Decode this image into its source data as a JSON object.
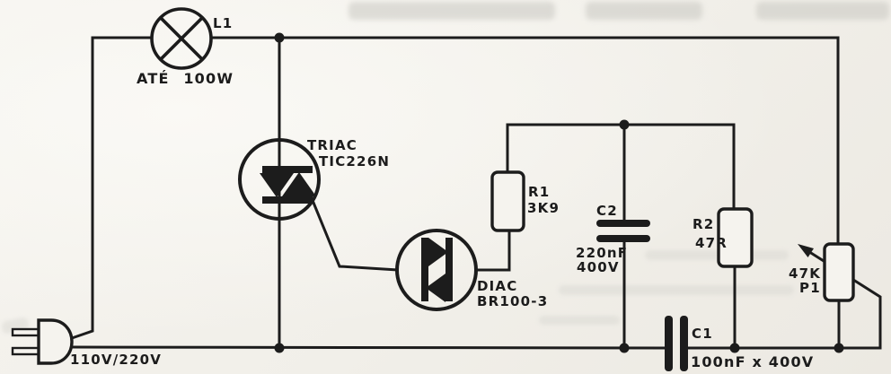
{
  "colors": {
    "ink": "#1c1c1c",
    "paper": "#f4f2ec"
  },
  "schematic": {
    "supply": {
      "label": "110V/220V"
    },
    "lamp": {
      "ref": "L1",
      "rating": "ATÉ 100W"
    },
    "triac": {
      "type": "TRIAC",
      "part": "TIC226N"
    },
    "diac": {
      "type": "DIAC",
      "part": "BR100-3"
    },
    "r1": {
      "ref": "R1",
      "value": "3K9"
    },
    "r2": {
      "ref": "R2",
      "value": "47R"
    },
    "c2": {
      "ref": "C2",
      "value": "220nF",
      "voltage": "400V"
    },
    "c1": {
      "ref": "C1",
      "value": "100nF x 400V"
    },
    "p1": {
      "ref": "P1",
      "value": "47K"
    }
  }
}
